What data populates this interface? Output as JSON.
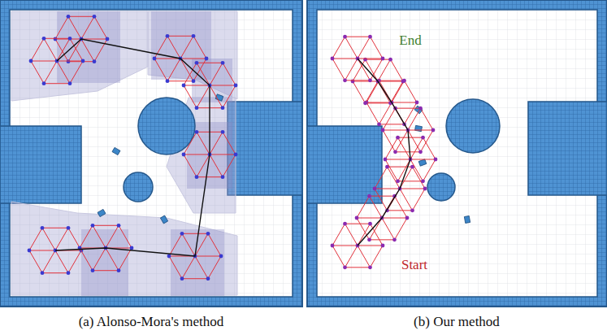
{
  "diagram": {
    "labels": [
      "End",
      "Start",
      "(a) Alonso-Mora's method",
      "(b) Our method"
    ]
  }
}
